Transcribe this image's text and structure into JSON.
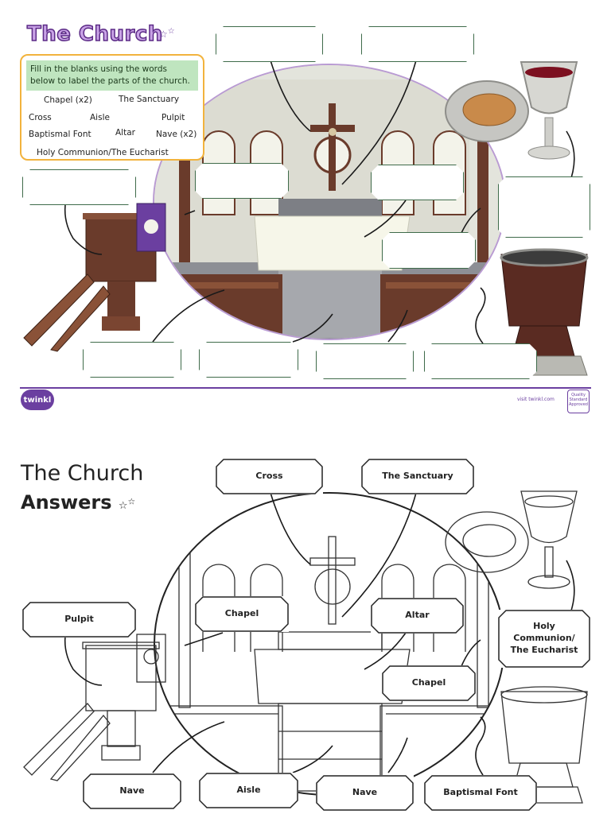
{
  "worksheet": {
    "title": "The Church",
    "instructions": "Fill in the blanks using the words below to label the parts of the church.",
    "word_bank": [
      "Chapel (x2)",
      "The Sanctuary",
      "Cross",
      "Aisle",
      "Pulpit",
      "Baptismal Font",
      "Altar",
      "Nave (x2)",
      "Holy Communion/The Eucharist"
    ]
  },
  "footer": {
    "logo": "twinkl",
    "visit": "visit twinkl.com",
    "badge": "Quality Standard Approved"
  },
  "answers": {
    "title": "The Church",
    "subtitle": "Answers",
    "labels": {
      "cross": "Cross",
      "sanctuary": "The Sanctuary",
      "pulpit": "Pulpit",
      "chapel_left": "Chapel",
      "altar": "Altar",
      "communion": "Holy Communion/ The Eucharist",
      "chapel_right": "Chapel",
      "nave_left": "Nave",
      "aisle": "Aisle",
      "nave_right": "Nave",
      "font": "Baptismal Font"
    }
  },
  "colors": {
    "accent_purple": "#6b3fa0",
    "title_fill": "#c9a3e6",
    "instr_border": "#f2b33d",
    "instr_bg": "#bfe5bf",
    "box_border": "#3f6b4a"
  }
}
